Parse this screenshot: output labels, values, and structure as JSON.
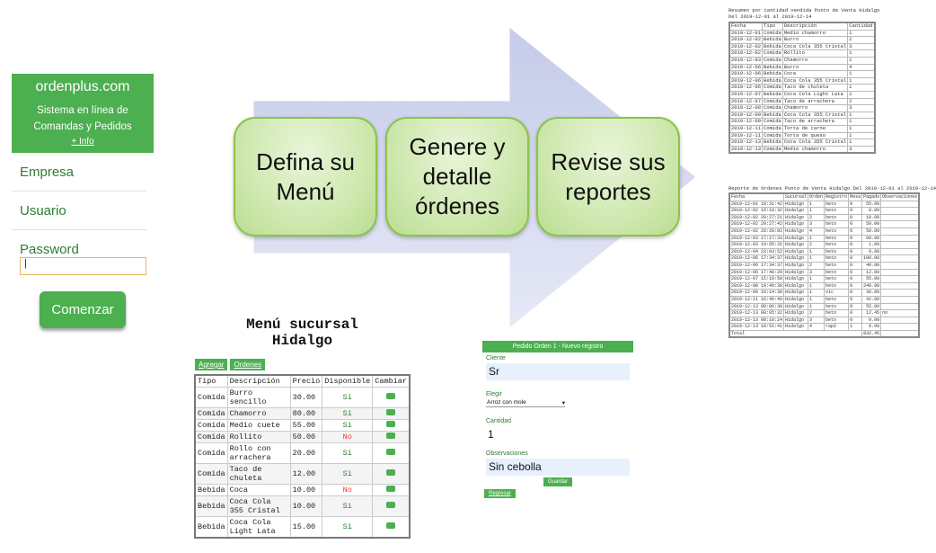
{
  "login": {
    "brand": "ordenplus.com",
    "subtitle_line1": "Sistema en línea de",
    "subtitle_line2": "Comandas y Pedidos",
    "info_link": "+ Info",
    "empresa_label": "Empresa",
    "usuario_label": "Usuario",
    "password_label": "Password",
    "password_value": "|",
    "start_button": "Comenzar"
  },
  "process": {
    "accent": "#cfe8b0",
    "steps": [
      {
        "line1": "Defina su",
        "line2": "Menú",
        "line3": ""
      },
      {
        "line1": "Genere y",
        "line2": "detalle",
        "line3": "órdenes"
      },
      {
        "line1": "Revise sus",
        "line2": "reportes",
        "line3": ""
      }
    ]
  },
  "menu": {
    "title_line1": "Menú sucursal",
    "title_line2": "Hidalgo",
    "tab_add": "Agregar",
    "tab_orders": "Ordenes",
    "columns": [
      "Tipo",
      "Descripción",
      "Precio",
      "Disponible",
      "Cambiar"
    ],
    "rows": [
      {
        "tipo": "Comida",
        "desc": "Burro sencillo",
        "precio": "30.00",
        "disp": "Si"
      },
      {
        "tipo": "Comida",
        "desc": "Chamorro",
        "precio": "80.00",
        "disp": "Si"
      },
      {
        "tipo": "Comida",
        "desc": "Medio cuete",
        "precio": "55.00",
        "disp": "Si"
      },
      {
        "tipo": "Comida",
        "desc": "Rollito",
        "precio": "50.00",
        "disp": "No"
      },
      {
        "tipo": "Comida",
        "desc": "Rollo con arrachera",
        "precio": "20.00",
        "disp": "Si"
      },
      {
        "tipo": "Comida",
        "desc": "Taco de chuleta",
        "precio": "12.00",
        "disp": "Si"
      },
      {
        "tipo": "Bebida",
        "desc": "Coca",
        "precio": "10.00",
        "disp": "No"
      },
      {
        "tipo": "Bebida",
        "desc": "Coca Cola 355 Cristal",
        "precio": "10.00",
        "disp": "Si"
      },
      {
        "tipo": "Bebida",
        "desc": "Coca Cola Light Lata",
        "precio": "15.00",
        "disp": "Si"
      }
    ]
  },
  "order": {
    "header": "Pedido Orden 1 - Nuevo registro",
    "cliente_label": "Cliente",
    "cliente_value": "Sr",
    "elegir_label": "Elegir",
    "elegir_value": "Arroz con mole",
    "cantidad_label": "Cantidad",
    "cantidad_value": "1",
    "obs_label": "Observaciones",
    "obs_value": "Sin cebolla",
    "save_button": "Guardar",
    "back_button": "Regresar"
  },
  "report1": {
    "title_line1": "Resumen por cantidad vendida Punto de Venta Hidalgo",
    "title_line2": "Del 2019-12-01 al 2019-12-14",
    "columns": [
      "Fecha",
      "Tipo",
      "Descripción",
      "Cantidad"
    ],
    "rows": [
      [
        "2019-12-01",
        "Comida",
        "Medio chamorro",
        "1"
      ],
      [
        "2019-12-02",
        "Bebida",
        "Burro",
        "2"
      ],
      [
        "2019-12-02",
        "Bebida",
        "Coca Cola 355 Cristal",
        "3"
      ],
      [
        "2019-12-02",
        "Comida",
        "Rollito",
        "1"
      ],
      [
        "2019-12-03",
        "Comida",
        "Chamorro",
        "1"
      ],
      [
        "2019-12-06",
        "Bebida",
        "Burro",
        "4"
      ],
      [
        "2019-12-06",
        "Bebida",
        "Coca",
        "1"
      ],
      [
        "2019-12-06",
        "Bebida",
        "Coca Cola 355 Cristal",
        "1"
      ],
      [
        "2019-12-06",
        "Comida",
        "Taco de chuleta",
        "1"
      ],
      [
        "2019-12-07",
        "Bebida",
        "Coca Cola Light Lata",
        "1"
      ],
      [
        "2019-12-07",
        "Comida",
        "Taco de arrachera",
        "2"
      ],
      [
        "2019-12-08",
        "Comida",
        "Chamorro",
        "3"
      ],
      [
        "2019-12-09",
        "Bebida",
        "Coca Cola 355 Cristal",
        "1"
      ],
      [
        "2019-12-09",
        "Comida",
        "Taco de arrachera",
        "1"
      ],
      [
        "2019-12-11",
        "Comida",
        "Torta de carne",
        "1"
      ],
      [
        "2019-12-11",
        "Comida",
        "Torta de queso",
        "1"
      ],
      [
        "2019-12-13",
        "Bebida",
        "Coca Cola 355 Cristal",
        "1"
      ],
      [
        "2019-12-13",
        "Comida",
        "Medio chamorro",
        "3"
      ]
    ]
  },
  "report2": {
    "title": "Reporte de Ordenes Punto de Venta Hidalgo Del 2019-12-01 al 2019-12-14",
    "columns": [
      "Fecha",
      "Sucursal",
      "Orden",
      "Registro",
      "Mesa",
      "Pagado",
      "Observaciones"
    ],
    "rows": [
      [
        "2019-12-01 10:31:42",
        "Hidalgo",
        "1",
        "beto",
        "0",
        "55.00",
        ""
      ],
      [
        "2019-12-02 16:10:32",
        "Hidalgo",
        "1",
        "beto",
        "0",
        "0.00",
        ""
      ],
      [
        "2019-12-02 20:27:21",
        "Hidalgo",
        "2",
        "beto",
        "0",
        "10.00",
        ""
      ],
      [
        "2019-12-02 20:27:42",
        "Hidalgo",
        "3",
        "beto",
        "0",
        "50.00",
        ""
      ],
      [
        "2019-12-02 20:28:02",
        "Hidalgo",
        "4",
        "beto",
        "0",
        "50.00",
        ""
      ],
      [
        "2019-12-03 17:17:33",
        "Hidalgo",
        "1",
        "beto",
        "0",
        "60.00",
        ""
      ],
      [
        "2019-12-03 19:05:31",
        "Hidalgo",
        "2",
        "beto",
        "0",
        "1.00",
        ""
      ],
      [
        "2019-12-04 23:03:52",
        "Hidalgo",
        "1",
        "beto",
        "0",
        "0.00",
        ""
      ],
      [
        "2019-12-06 17:34:37",
        "Hidalgo",
        "1",
        "beto",
        "0",
        "100.00",
        ""
      ],
      [
        "2019-12-06 17:34:37",
        "Hidalgo",
        "2",
        "beto",
        "0",
        "40.00",
        ""
      ],
      [
        "2019-12-06 17:40:20",
        "Hidalgo",
        "3",
        "beto",
        "0",
        "12.00",
        ""
      ],
      [
        "2019-12-07 15:19:58",
        "Hidalgo",
        "1",
        "beto",
        "0",
        "55.00",
        ""
      ],
      [
        "2019-12-08 19:49:30",
        "Hidalgo",
        "1",
        "beto",
        "0",
        "240.00",
        ""
      ],
      [
        "2019-12-09 16:14:30",
        "Hidalgo",
        "1",
        "vic",
        "0",
        "30.00",
        ""
      ],
      [
        "2019-12-11 16:40:40",
        "Hidalgo",
        "1",
        "beto",
        "0",
        "42.00",
        ""
      ],
      [
        "2019-12-13 08:06:30",
        "Hidalgo",
        "1",
        "beto",
        "0",
        "55.00",
        ""
      ],
      [
        "2019-12-13 08:05:32",
        "Hidalgo",
        "2",
        "beto",
        "0",
        "12.45",
        "no"
      ],
      [
        "2019-12-13 08:10:24",
        "Hidalgo",
        "3",
        "beto",
        "0",
        "0.00",
        ""
      ],
      [
        "2019-12-13 10:51:41",
        "Hidalgo",
        "4",
        "rap2",
        "1",
        "0.00",
        ""
      ]
    ],
    "total_label": "Total",
    "total_value": "832.45"
  }
}
